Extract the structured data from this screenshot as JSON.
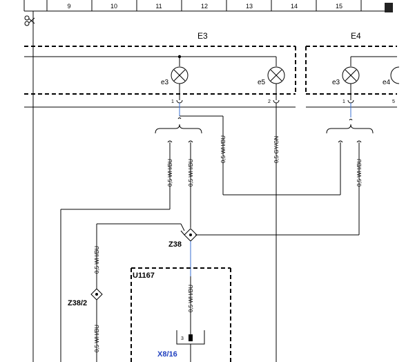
{
  "ruler": {
    "columns": [
      "9",
      "10",
      "11",
      "12",
      "13",
      "14",
      "15"
    ]
  },
  "boxes": {
    "e3_box": "E3",
    "e4_box": "E4",
    "u_box": "U1167"
  },
  "lamps": {
    "e3a": "e3",
    "e5": "e5",
    "e3b": "e3",
    "e4": "e4"
  },
  "pins": {
    "e3a_pin": "1",
    "e5_pin": "2",
    "e3b_pin": "1",
    "e4_pin": "5",
    "x8_pin": "3"
  },
  "wires": {
    "w1": "0,5 WH/BU",
    "w2": "0,5 WH/BU",
    "w3": "0,5 WH/BU",
    "w4": "0,5 GY/GN",
    "w5": "0,5 WH/BU",
    "w6": "0,5 WH/BU",
    "w7": "0,5 WH/BU",
    "w8": "0,5 WH/BU"
  },
  "connectors": {
    "z38": "Z38",
    "z38_2": "Z38/2",
    "x8_16": "X8/16"
  }
}
